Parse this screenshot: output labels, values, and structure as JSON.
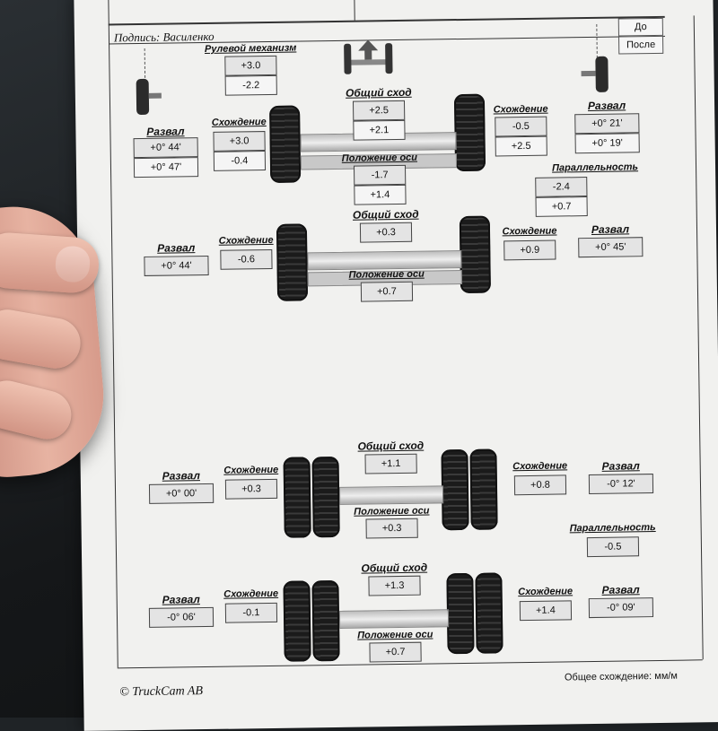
{
  "header": {
    "signature_label": "Подпись:",
    "signature_name": "Василенко",
    "before_label": "До",
    "after_label": "После"
  },
  "steering": {
    "label": "Рулевой механизм",
    "before": "+3.0",
    "after": "-2.2"
  },
  "axle1": {
    "total_toe_label": "Общий сход",
    "total_toe_before": "+2.5",
    "total_toe_after": "+2.1",
    "axis_position_label": "Положение оси",
    "axis_before": "-1.7",
    "axis_after": "+1.4",
    "left_camber_label": "Развал",
    "left_camber_before": "+0° 44'",
    "left_camber_after": "+0° 47'",
    "left_toe_label": "Схождение",
    "left_toe_before": "+3.0",
    "left_toe_after": "-0.4",
    "right_toe_label": "Схождение",
    "right_toe_before": "-0.5",
    "right_toe_after": "+2.5",
    "right_camber_label": "Развал",
    "right_camber_before": "+0° 21'",
    "right_camber_after": "+0° 19'",
    "parallel_label": "Параллельность",
    "parallel_before": "-2.4",
    "parallel_after": "+0.7"
  },
  "axle2": {
    "total_toe_label": "Общий сход",
    "total_toe": "+0.3",
    "axis_position_label": "Положение оси",
    "axis": "+0.7",
    "left_camber_label": "Развал",
    "left_camber": "+0° 44'",
    "left_toe_label": "Схождение",
    "left_toe": "-0.6",
    "right_toe_label": "Схождение",
    "right_toe": "+0.9",
    "right_camber_label": "Развал",
    "right_camber": "+0° 45'"
  },
  "axle3": {
    "total_toe_label": "Общий сход",
    "total_toe": "+1.1",
    "axis_position_label": "Положение оси",
    "axis": "+0.3",
    "left_camber_label": "Развал",
    "left_camber": "+0° 00'",
    "left_toe_label": "Схождение",
    "left_toe": "+0.3",
    "right_toe_label": "Схождение",
    "right_toe": "+0.8",
    "right_camber_label": "Развал",
    "right_camber": "-0° 12'",
    "parallel_label": "Параллельность",
    "parallel": "-0.5"
  },
  "axle4": {
    "total_toe_label": "Общий сход",
    "total_toe": "+1.3",
    "axis_position_label": "Положение оси",
    "axis": "+0.7",
    "left_camber_label": "Развал",
    "left_camber": "-0° 06'",
    "left_toe_label": "Схождение",
    "left_toe": "-0.1",
    "right_toe_label": "Схождение",
    "right_toe": "+1.4",
    "right_camber_label": "Развал",
    "right_camber": "-0° 09'"
  },
  "footer": {
    "copyright": "© TruckCam AB",
    "units": "Общее схождение:  мм/м"
  }
}
